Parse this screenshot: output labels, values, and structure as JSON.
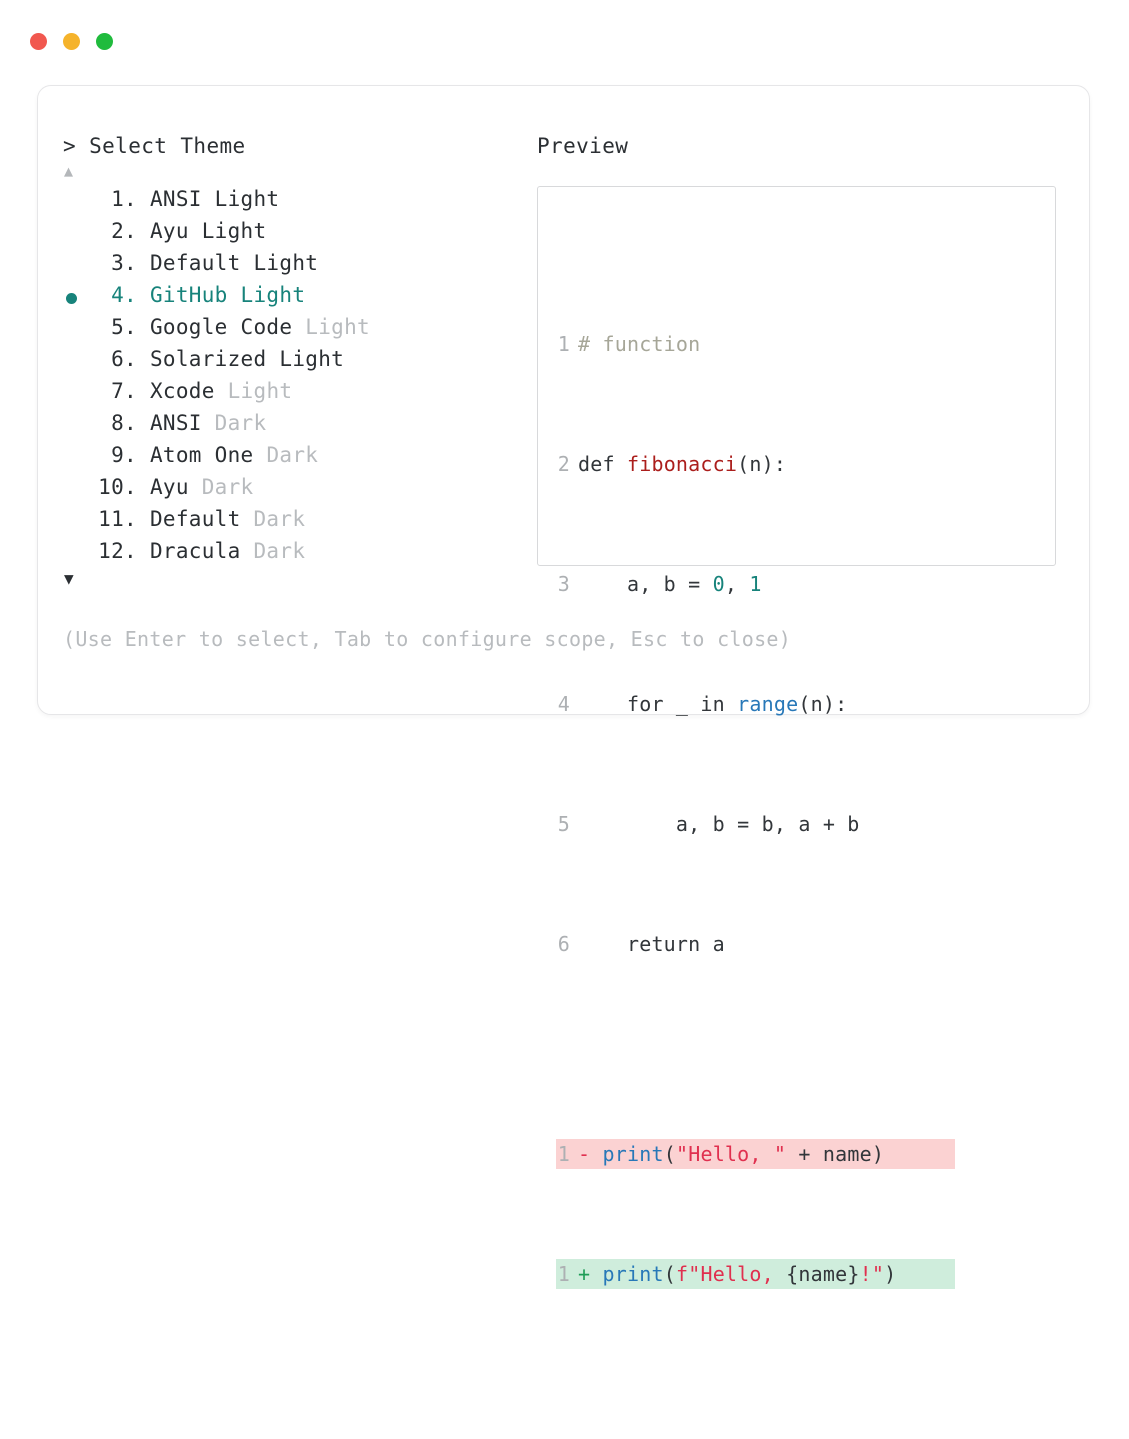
{
  "window": {
    "traffic_lights": [
      {
        "name": "close",
        "color": "#f1584f"
      },
      {
        "name": "minimize",
        "color": "#f5b32b"
      },
      {
        "name": "maximize",
        "color": "#20bb3d"
      }
    ]
  },
  "selector": {
    "prompt": "> Select Theme",
    "scroll_up": "▲",
    "scroll_down": "▼",
    "selected_index": 4,
    "items": [
      {
        "bullet": "",
        "index": " 1.",
        "name": " ANSI Light",
        "variant": "",
        "selected": false
      },
      {
        "bullet": "",
        "index": " 2.",
        "name": " Ayu Light",
        "variant": "",
        "selected": false
      },
      {
        "bullet": "",
        "index": " 3.",
        "name": " Default Light",
        "variant": "",
        "selected": false
      },
      {
        "bullet": "●",
        "index": " 4.",
        "name": " GitHub Light",
        "variant": "",
        "selected": true
      },
      {
        "bullet": "",
        "index": " 5.",
        "name": " Google Code",
        "variant": " Light",
        "selected": false
      },
      {
        "bullet": "",
        "index": " 6.",
        "name": " Solarized Light",
        "variant": "",
        "selected": false
      },
      {
        "bullet": "",
        "index": " 7.",
        "name": " Xcode",
        "variant": " Light",
        "selected": false
      },
      {
        "bullet": "",
        "index": " 8.",
        "name": " ANSI",
        "variant": " Dark",
        "selected": false
      },
      {
        "bullet": "",
        "index": " 9.",
        "name": " Atom One",
        "variant": " Dark",
        "selected": false
      },
      {
        "bullet": "",
        "index": "10.",
        "name": " Ayu",
        "variant": " Dark",
        "selected": false
      },
      {
        "bullet": "",
        "index": "11.",
        "name": " Default",
        "variant": " Dark",
        "selected": false
      },
      {
        "bullet": "",
        "index": "12.",
        "name": " Dracula",
        "variant": " Dark",
        "selected": false
      }
    ],
    "hint": "(Use Enter to select, Tab to configure scope, Esc to close)"
  },
  "preview": {
    "label": "Preview",
    "code_lines": [
      {
        "n": "1",
        "text": "# function"
      },
      {
        "n": "2",
        "text": "def fibonacci(n):"
      },
      {
        "n": "3",
        "text": "    a, b = 0, 1"
      },
      {
        "n": "4",
        "text": "    for _ in range(n):"
      },
      {
        "n": "5",
        "text": "        a, b = b, a + b"
      },
      {
        "n": "6",
        "text": "    return a"
      }
    ],
    "diff_lines": [
      {
        "n": "1",
        "marker": "-",
        "text": "print(\"Hello, \" + name)",
        "kind": "delete"
      },
      {
        "n": "1",
        "marker": "+",
        "text": "print(f\"Hello, {name}!\")",
        "kind": "add"
      }
    ],
    "code_tokens": {
      "l1_comment": "# function",
      "l2_kw": "def ",
      "l2_fn": "fibonacci",
      "l2_rest": "(n):",
      "l3_pre": "    a, b = ",
      "l3_num0": "0",
      "l3_mid": ", ",
      "l3_num1": "1",
      "l4_pre": "    for _ in ",
      "l4_builtin": "range",
      "l4_rest": "(n):",
      "l5_all": "        a, b = b, a + b",
      "l6_all": "    return a",
      "d1_mark": "-",
      "d1_fn": "print",
      "d1_p1": "(",
      "d1_str": "\"Hello, \"",
      "d1_mid": " + name",
      "d1_p2": ")",
      "d2_mark": "+",
      "d2_fn": "print",
      "d2_p1": "(",
      "d2_str1": "f\"Hello, ",
      "d2_var": "{name}",
      "d2_str2": "!\"",
      "d2_p2": ")"
    }
  },
  "colors": {
    "accent_teal": "#17837b",
    "muted_gray": "#b8bbbe",
    "text": "#2b2f33",
    "diff_delete_bg": "#fbd2d2",
    "diff_add_bg": "#cfeddc",
    "border": "#e6e6e8"
  }
}
